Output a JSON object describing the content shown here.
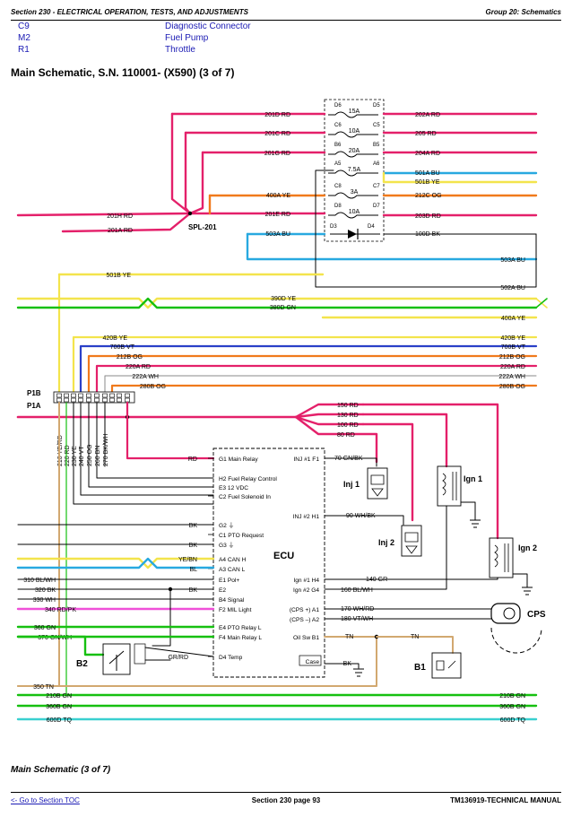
{
  "header": {
    "section": "Section 230 - ELECTRICAL OPERATION, TESTS, AND ADJUSTMENTS",
    "group": "Group 20: Schematics"
  },
  "legend": [
    {
      "code": "C9",
      "desc": "Diagnostic Connector"
    },
    {
      "code": "M2",
      "desc": "Fuel Pump"
    },
    {
      "code": "R1",
      "desc": "Throttle"
    }
  ],
  "title": "Main Schematic, S.N. 110001- (X590) (3 of 7)",
  "subtitle": "Main Schematic (3 of 7)",
  "footer": {
    "toc_link": "<- Go to Section TOC",
    "page": "Section 230 page 93",
    "manual": "TM136919-TECHNICAL MANUAL"
  },
  "colors": {
    "RD": "#e4206a",
    "YE": "#f3e44c",
    "GN": "#16c010",
    "BU": "#28a9e0",
    "OG": "#f07a1c",
    "VT": "#2a40c8",
    "WH": "#888888",
    "PK": "#f050d8",
    "TN": "#d2a870",
    "BK": "#000000",
    "TQ": "#3ad0d0"
  },
  "fuses": [
    {
      "top": "D6",
      "bot": "D5",
      "rating": "15A"
    },
    {
      "top": "C6",
      "bot": "C5",
      "rating": "10A"
    },
    {
      "top": "B6",
      "bot": "B5",
      "rating": "20A"
    },
    {
      "top": "A5",
      "bot": "A6",
      "rating": "7.5A"
    },
    {
      "top": "C8",
      "bot": "C7",
      "rating": "3A"
    },
    {
      "top": "D8",
      "bot": "D7",
      "rating": "10A"
    }
  ],
  "diode": {
    "left": "D3",
    "right": "D4"
  },
  "splice": "SPL-201",
  "wire_labels": {
    "w201D": "201D RD",
    "w201C": "201C RD",
    "w201G": "201G RD",
    "w201E": "201E RD",
    "w201H": "201H RD",
    "w201A": "201A RD",
    "w400A": "400A YE",
    "w503A": "503A BU",
    "w202A": "202A RD",
    "w205": "205 RD",
    "w204A": "204A RD",
    "w501A": "501A BU",
    "w501Br": "501B YE",
    "w212C": "212C OG",
    "w203D": "203D RD",
    "w100D": "100D BK",
    "w503Ar": "503A BU",
    "w501Bl": "501B YE",
    "w502A": "502A BU",
    "w390D": "390D YE",
    "w380D": "380D GN",
    "w400Ar": "400A YE",
    "w420B": "420B YE",
    "w700B": "700B VT",
    "w212B": "212B OG",
    "w220A": "220A RD",
    "w222A": "222A WH",
    "w280B": "280B OG",
    "w150": "150 RD",
    "w130": "130 RD",
    "w100": "100 RD",
    "w80": "80 RD",
    "w70": "70 GN/BK",
    "w90": "90 WH/BK",
    "w140": "140 GR",
    "w160": "160 BL/WH",
    "w170": "170 WH/RD",
    "w180": "180 VT/WH",
    "wTN1": "TN",
    "wTN2": "TN",
    "w310": "310 BL/WH",
    "w320": "320 BK",
    "w330": "330 WH",
    "w340": "340 RD/PK",
    "w360": "360 GN",
    "w370": "370 GN/WH",
    "w350": "350 TN",
    "w210B": "210B GN",
    "w360B": "360B GN",
    "w600D": "600D TQ",
    "vert": [
      "210 YE/RD",
      "220 RD",
      "230 YE",
      "240 VT",
      "250 OG",
      "260 BN",
      "270 BK/WH"
    ],
    "rd": "RD",
    "bk": "BK",
    "yebn": "YE/BN",
    "bl": "BL",
    "grrd": "GR/RD",
    "bk2": "BK"
  },
  "connectors": {
    "p1b": "P1B",
    "p1a": "P1A"
  },
  "ecu": {
    "name": "ECU",
    "pins_left": [
      "G1 Main Relay",
      "H2 Fuel Relay Control",
      "E3 12 VDC",
      "C2 Fuel Solenoid In",
      "G2 ⏚",
      "C1 PTO Request",
      "G3 ⏚",
      "A4 CAN H",
      "A3 CAN L",
      "E1 Pol+",
      "E2",
      "B4 Signal",
      "F2 MIL Light",
      "E4 PTO Relay L",
      "F4 Main Relay L",
      "D4 Temp"
    ],
    "pins_right": [
      "INJ #1 F1",
      "INJ #2 H1",
      "Ign #1 H4",
      "Ign #2 G4",
      "(CPS +) A1",
      "(CPS –) A2",
      "Oil Sw B1",
      "Case"
    ]
  },
  "components": {
    "inj1": "Inj 1",
    "inj2": "Inj 2",
    "ign1": "Ign 1",
    "ign2": "Ign 2",
    "cps": "CPS",
    "b1": "B1",
    "b2": "B2"
  }
}
